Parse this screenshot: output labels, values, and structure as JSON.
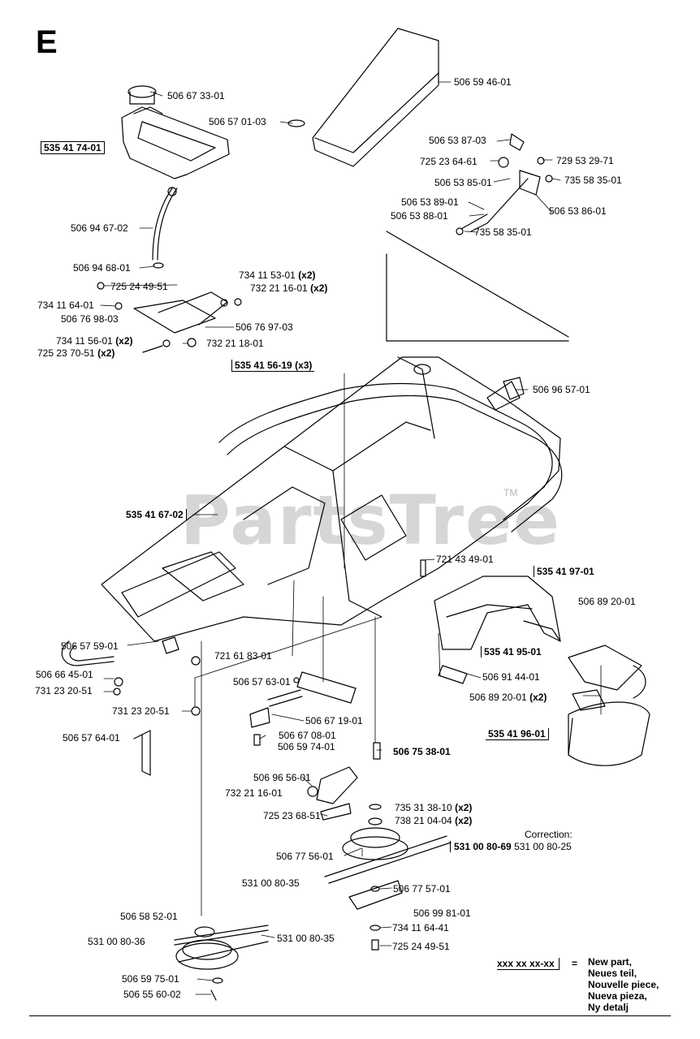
{
  "section_letter": "E",
  "watermark": "PartsTree",
  "watermark_tm": "TM",
  "labels": {
    "l1": "506 67 33-01",
    "l2": "506 57 01-03",
    "l3": "506 59 46-01",
    "l4": "535 41 74-01",
    "l5": "506 53 87-03",
    "l6": "725 23 64-61",
    "l7": "729 53 29-71",
    "l8": "506 53 85-01",
    "l9": "735 58 35-01",
    "l10": "506 53 89-01",
    "l11": "506 53 88-01",
    "l12": "506 53 86-01",
    "l13": "735 58 35-01",
    "l14": "506 94 67-02",
    "l15": "506 94 68-01",
    "l16": "734 11 53-01",
    "l17": "732 21 16-01",
    "l18": "725 24 49-51",
    "l19": "734 11 64-01",
    "l20": "506 76 98-03",
    "l21": "506 76 97-03",
    "l22": "734 11 56-01",
    "l23": "725 23 70-51",
    "l24": "732 21 18-01",
    "l25": "535 41 56-19",
    "l26": "506 96 57-01",
    "l27": "535 41 67-02",
    "l28": "721 43 49-01",
    "l29": "535 41 97-01",
    "l30": "506 89 20-01",
    "l31": "506 57 59-01",
    "l32": "721 61 83-01",
    "l33": "535 41 95-01",
    "l34": "506 66 45-01",
    "l35": "731 23 20-51",
    "l36": "506 57 63-01",
    "l37": "506 91 44-01",
    "l38": "731 23 20-51",
    "l39": "506 89 20-01",
    "l40": "506 67 19-01",
    "l41": "506 67 08-01",
    "l42": "506 59 74-01",
    "l43": "535 41 96-01",
    "l44": "506 57 64-01",
    "l45": "506 75 38-01",
    "l46": "506 96 56-01",
    "l47": "732 21 16-01",
    "l48": "725 23 68-51",
    "l49": "735 31 38-10",
    "l50": "738 21 04-04",
    "l51": "506 77 56-01",
    "l52": "531 00 80-35",
    "l53": "506 77 57-01",
    "l54": "506 99 81-01",
    "l55": "734 11 64-41",
    "l56": "725 24 49-51",
    "l57": "506 58 52-01",
    "l58": "531 00 80-36",
    "l59": "531 00 80-35",
    "l60": "506 59 75-01",
    "l61": "506 55 60-02"
  },
  "qty": {
    "x2": "(x2)",
    "x3": "(x3)"
  },
  "correction": {
    "title": "Correction:",
    "old": "531 00 80-69",
    "new": "531 00 80-25"
  },
  "legend": {
    "code": "xxx xx xx-xx",
    "equals": "=",
    "lines": [
      "New part,",
      "Neues teil,",
      "Nouvelle piece,",
      "Nueva pieza,",
      "Ny detalj"
    ]
  }
}
